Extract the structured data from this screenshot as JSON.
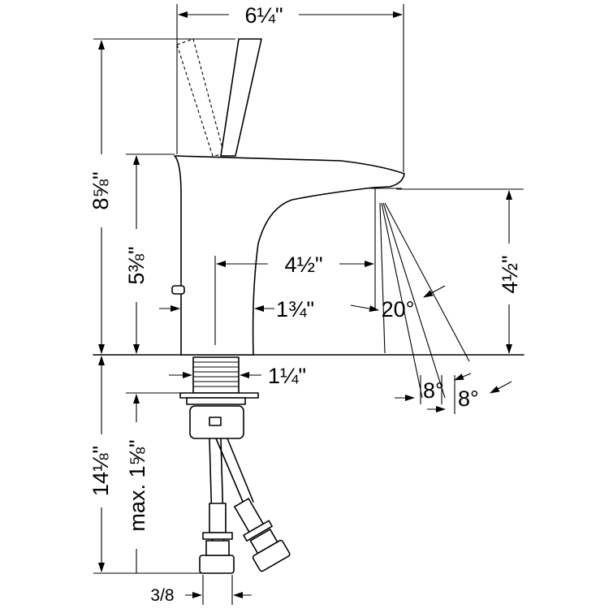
{
  "dimensions": {
    "overall_width": "6¼\"",
    "overall_height": "8⅝\"",
    "spout_height": "5⅜\"",
    "spout_reach": "4½\"",
    "outlet_height": "4½\"",
    "body_offset": "1¾\"",
    "shank_diameter": "1¼\"",
    "spray_angle": "20°",
    "spray_spread_a": "8°",
    "spray_spread_b": "8°",
    "below_deck": "14⅛\"",
    "max_deck_thickness": "max. 1⅝\"",
    "supply_connection": "3/8"
  }
}
